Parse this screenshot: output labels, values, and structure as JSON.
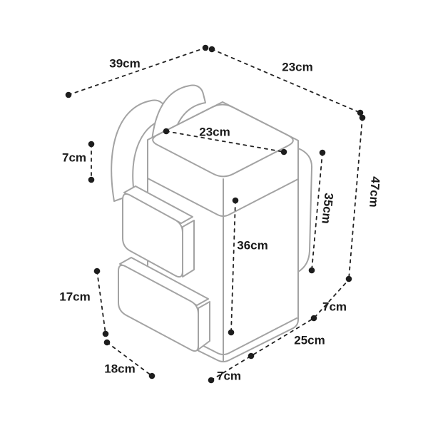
{
  "diagram": {
    "type": "isometric-dimension-diagram",
    "subject": "delivery backpack line drawing with measurements",
    "background": "#ffffff",
    "sketch_color": "#a3a3a3",
    "dimension_color": "#1d1d1d",
    "labels": {
      "top_edge_left": "39cm",
      "top_edge_right": "23cm",
      "overall_height": "47cm",
      "lid_top_width": "23cm",
      "lid_height": "7cm",
      "side_panel_height": "35cm",
      "front_panel_height": "36cm",
      "lower_pocket_height": "17cm",
      "lower_pocket_width": "18cm",
      "base_front_depth": "7cm",
      "base_edge_depth": "25cm",
      "base_side_depth": "7cm"
    }
  }
}
